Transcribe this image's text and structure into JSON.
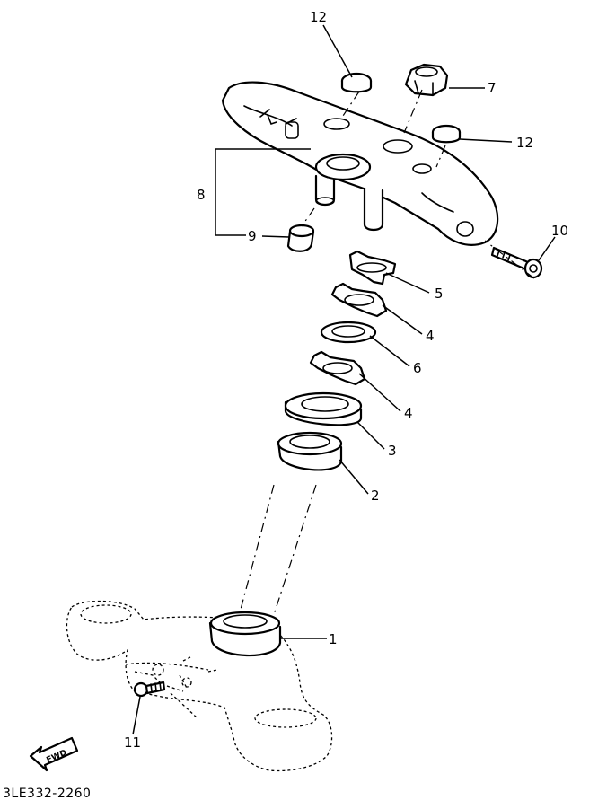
{
  "diagram": {
    "drawing_code": "3LE332-2260",
    "fwd_label": "FWD",
    "callouts": {
      "c1": "1",
      "c2": "2",
      "c3": "3",
      "c4a": "4",
      "c4b": "4",
      "c5": "5",
      "c6": "6",
      "c7": "7",
      "c8": "8",
      "c9": "9",
      "c10": "10",
      "c11": "11",
      "c12a": "12",
      "c12b": "12"
    },
    "colors": {
      "line": "#000000",
      "background": "#ffffff"
    }
  }
}
